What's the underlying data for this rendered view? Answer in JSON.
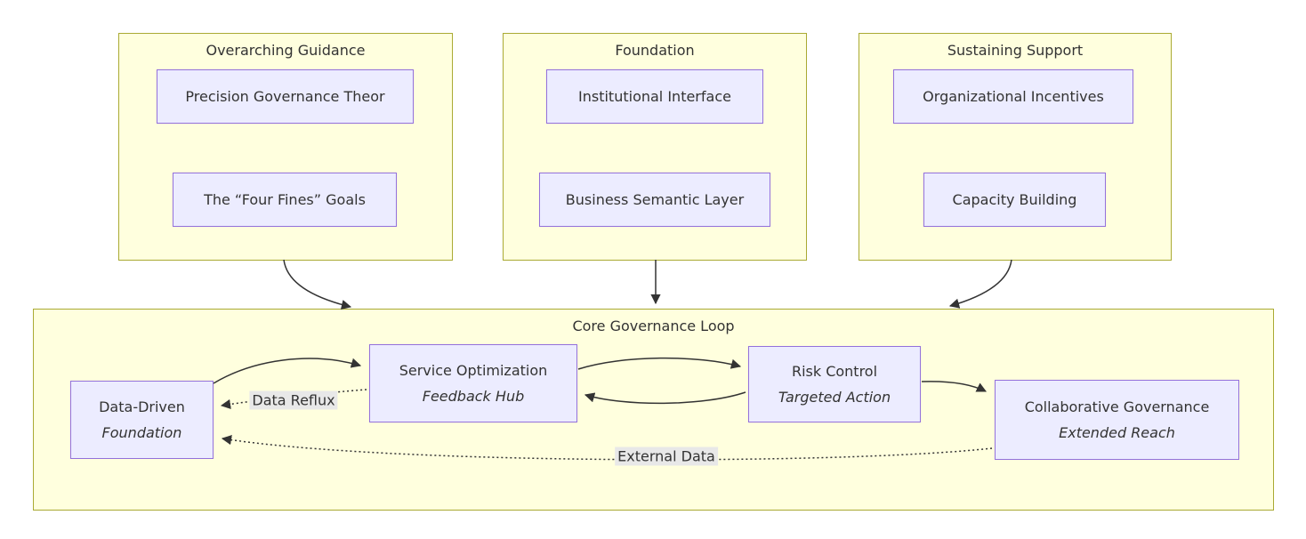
{
  "clusters": {
    "overarching": {
      "title": "Overarching Guidance",
      "nodes": {
        "precision": "Precision Governance Theor",
        "four_fines": "The “Four Fines” Goals"
      }
    },
    "foundation": {
      "title": "Foundation",
      "nodes": {
        "institutional": "Institutional Interface",
        "semantic": "Business Semantic Layer"
      }
    },
    "sustaining": {
      "title": "Sustaining Support",
      "nodes": {
        "incentives": "Organizational Incentives",
        "capacity": "Capacity Building"
      }
    },
    "core": {
      "title": "Core Governance Loop",
      "nodes": {
        "data_driven": {
          "label": "Data-Driven",
          "sublabel": "Foundation"
        },
        "service_opt": {
          "label": "Service Optimization",
          "sublabel": "Feedback Hub"
        },
        "risk_control": {
          "label": "Risk Control",
          "sublabel": "Targeted Action"
        },
        "collab_gov": {
          "label": "Collaborative Governance",
          "sublabel": "Extended Reach"
        }
      }
    }
  },
  "edge_labels": {
    "data_reflux": "Data Reflux",
    "external_data": "External Data"
  },
  "colors": {
    "cluster_fill": "#ffffde",
    "cluster_border": "#aaaa33",
    "node_fill": "#ececff",
    "node_border": "#9370db",
    "edge": "#333333",
    "text": "#333333",
    "edge_label_bg": "#e8e8e8"
  }
}
